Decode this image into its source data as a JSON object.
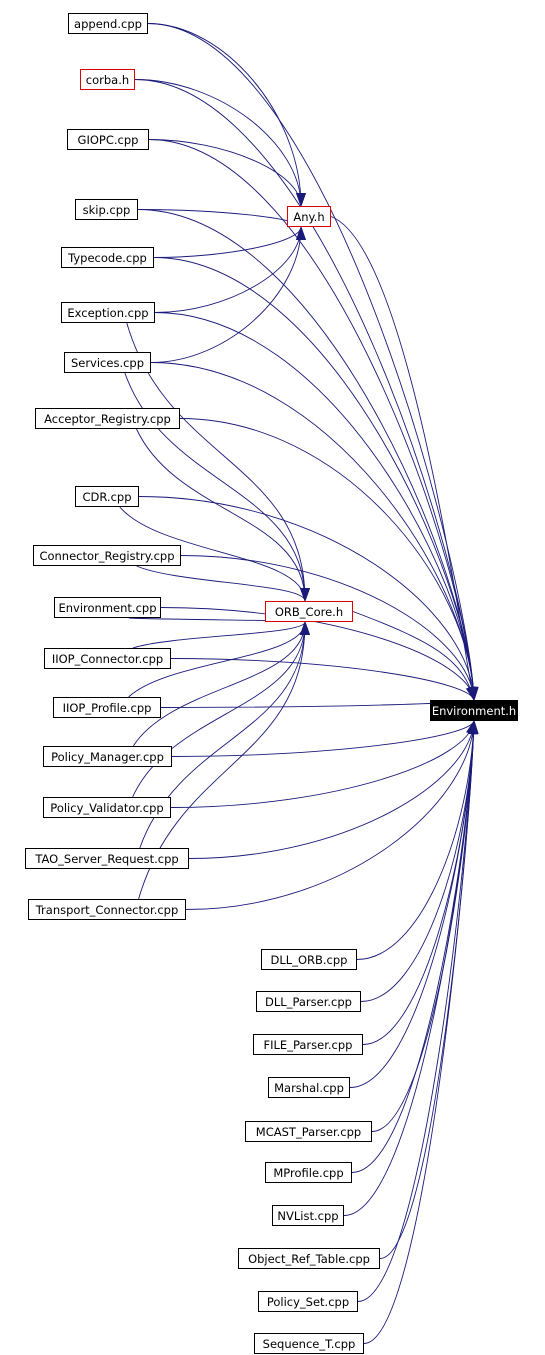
{
  "diagram": {
    "target": "Environment.h",
    "intermediates": [
      "Any.h",
      "ORB_Core.h"
    ],
    "files": [
      "append.cpp",
      "corba.h",
      "GIOPC.cpp",
      "skip.cpp",
      "Typecode.cpp",
      "Exception.cpp",
      "Services.cpp",
      "Acceptor_Registry.cpp",
      "CDR.cpp",
      "Connector_Registry.cpp",
      "Environment.cpp",
      "IIOP_Connector.cpp",
      "IIOP_Profile.cpp",
      "Policy_Manager.cpp",
      "Policy_Validator.cpp",
      "TAO_Server_Request.cpp",
      "Transport_Connector.cpp",
      "DLL_ORB.cpp",
      "DLL_Parser.cpp",
      "FILE_Parser.cpp",
      "Marshal.cpp",
      "MCAST_Parser.cpp",
      "MProfile.cpp",
      "NVList.cpp",
      "Object_Ref_Table.cpp",
      "Policy_Set.cpp",
      "Sequence_T.cpp"
    ],
    "red_bordered": [
      "corba.h",
      "Any.h",
      "ORB_Core.h"
    ],
    "edge_color": "#1a1a7a",
    "edges_to_any_h": [
      "append.cpp",
      "corba.h",
      "GIOPC.cpp",
      "skip.cpp",
      "Typecode.cpp",
      "Exception.cpp",
      "Services.cpp"
    ],
    "edges_to_orb_core_h": [
      "Exception.cpp",
      "Services.cpp",
      "Acceptor_Registry.cpp",
      "CDR.cpp",
      "Connector_Registry.cpp",
      "Environment.cpp",
      "IIOP_Connector.cpp",
      "IIOP_Profile.cpp",
      "Policy_Manager.cpp",
      "Policy_Validator.cpp",
      "TAO_Server_Request.cpp",
      "Transport_Connector.cpp"
    ]
  }
}
